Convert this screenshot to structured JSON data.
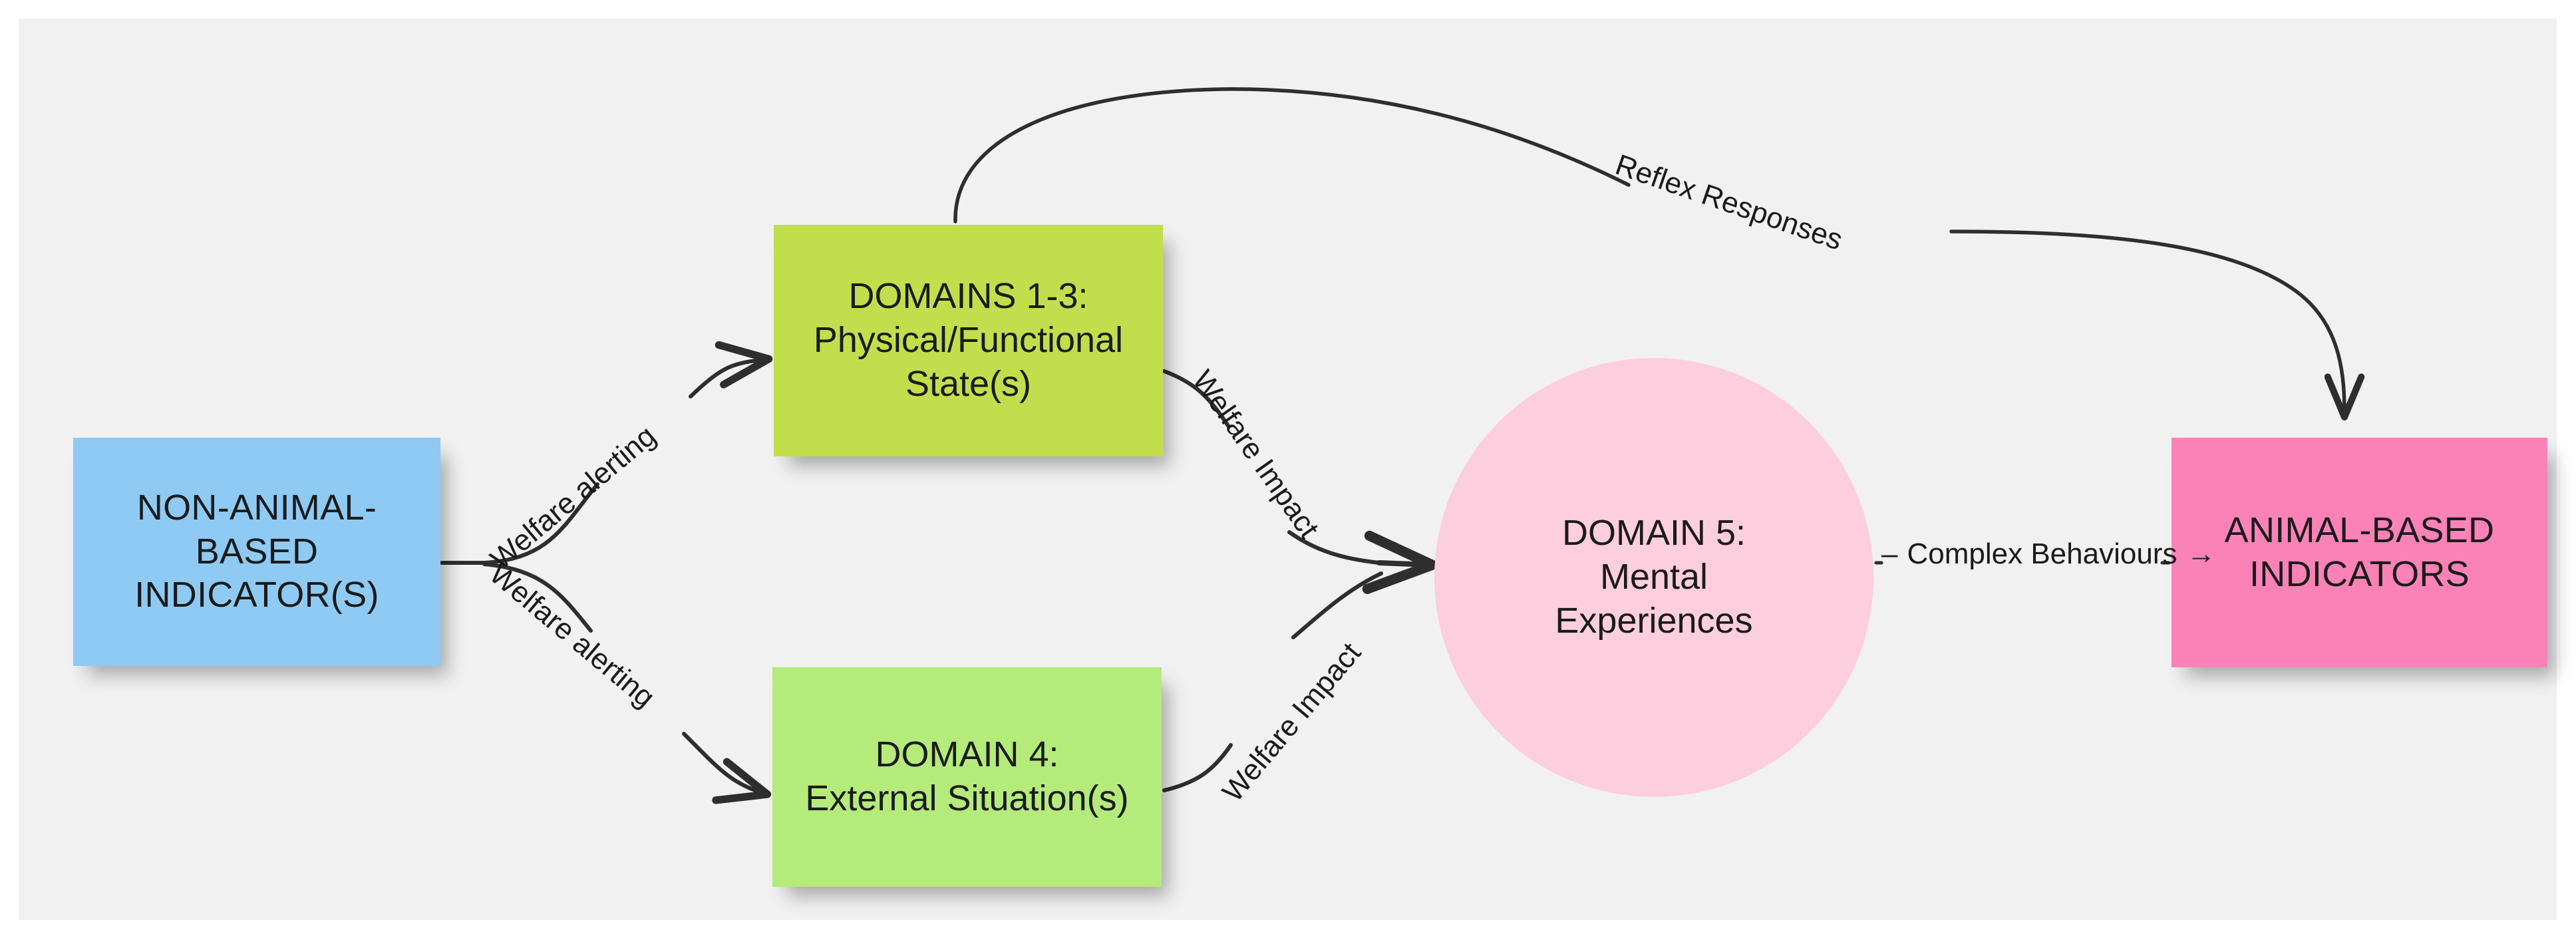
{
  "diagram": {
    "title": "Five Domains welfare assessment flow diagram",
    "background_color": "#f1f1f1",
    "nodes": [
      {
        "id": "non-animal-based-indicators",
        "label": "NON-ANIMAL-\nBASED\nINDICATOR(S)",
        "shape": "rectangle",
        "color": "#8ecaf3"
      },
      {
        "id": "domains-1-3",
        "label": "DOMAINS 1-3:\nPhysical/Functional\nState(s)",
        "shape": "rectangle",
        "color": "#c3de4c"
      },
      {
        "id": "domain-4",
        "label": "DOMAIN 4:\nExternal Situation(s)",
        "shape": "rectangle",
        "color": "#b4eb7b"
      },
      {
        "id": "domain-5",
        "label": "DOMAIN 5:\nMental\nExperiences",
        "shape": "circle",
        "color": "#fdcede"
      },
      {
        "id": "animal-based-indicators",
        "label": "ANIMAL-BASED\nINDICATORS",
        "shape": "rectangle",
        "color": "#fb82b7"
      }
    ],
    "edges": [
      {
        "id": "welfare-alerting-upper",
        "label": "Welfare alerting",
        "from": "non-animal-based-indicators",
        "to": "domains-1-3"
      },
      {
        "id": "welfare-alerting-lower",
        "label": "Welfare alerting",
        "from": "non-animal-based-indicators",
        "to": "domain-4"
      },
      {
        "id": "welfare-impact-upper",
        "label": "Welfare Impact",
        "from": "domains-1-3",
        "to": "domain-5"
      },
      {
        "id": "welfare-impact-lower",
        "label": "Welfare Impact",
        "from": "domain-4",
        "to": "domain-5"
      },
      {
        "id": "complex-behaviours",
        "label": "Complex Behaviours",
        "dash": "–",
        "arrow": "→",
        "from": "domain-5",
        "to": "animal-based-indicators"
      },
      {
        "id": "reflex-responses",
        "label": "Reflex Responses",
        "from": "domains-1-3",
        "to": "animal-based-indicators"
      }
    ],
    "edge_color": "#3a3a3a"
  }
}
